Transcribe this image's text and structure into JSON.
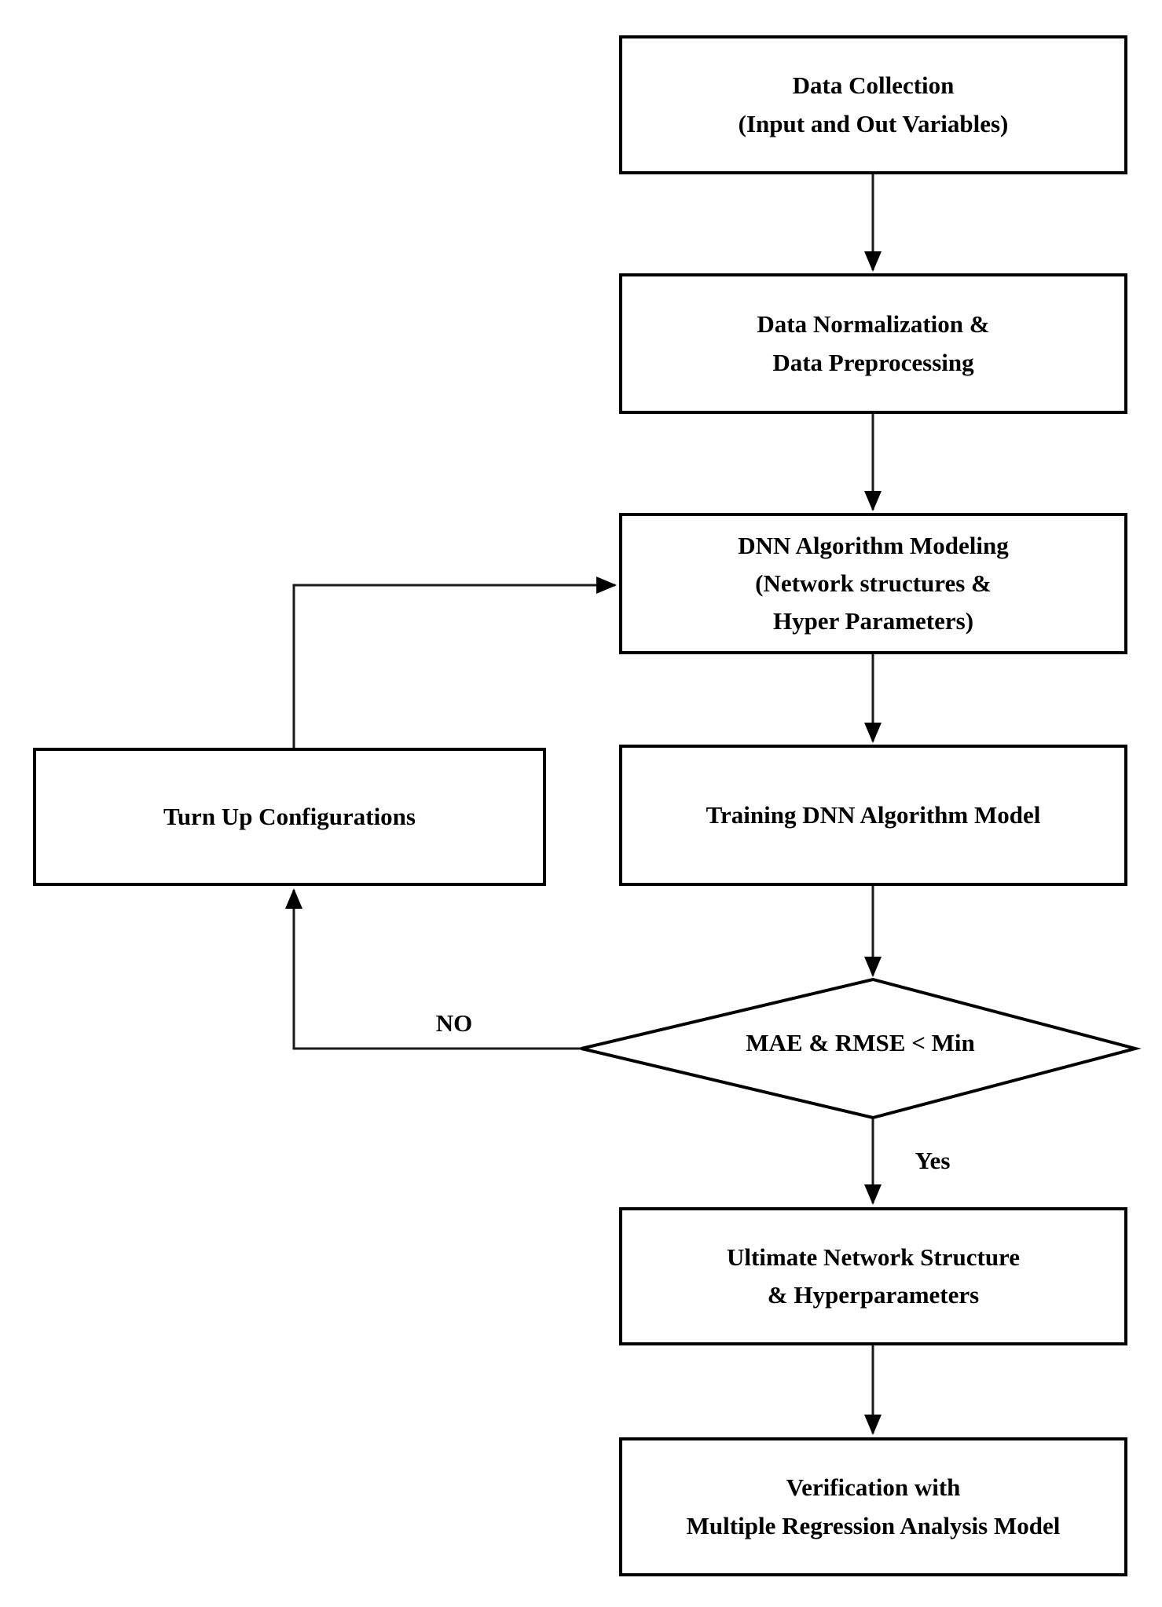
{
  "diagram": {
    "type": "flowchart",
    "nodes": {
      "data_collection": {
        "line1": "Data Collection",
        "line2": "(Input and Out Variables)"
      },
      "data_normalization": {
        "line1": "Data Normalization &",
        "line2": "Data Preprocessing"
      },
      "dnn_modeling": {
        "line1": "DNN Algorithm Modeling",
        "line2": "(Network structures &",
        "line3": "Hyper Parameters)"
      },
      "training": {
        "line1": "Training DNN Algorithm Model"
      },
      "turn_up": {
        "line1": "Turn Up Configurations"
      },
      "decision": {
        "line1": "MAE & RMSE < Min"
      },
      "ultimate": {
        "line1": "Ultimate Network Structure",
        "line2": "& Hyperparameters"
      },
      "verification": {
        "line1": "Verification with",
        "line2": "Multiple Regression Analysis Model"
      }
    },
    "edge_labels": {
      "no": "NO",
      "yes": "Yes"
    },
    "colors": {
      "background": "#ffffff",
      "box_border": "#000000",
      "connector": "#1a1a1a",
      "text": "#000000"
    }
  }
}
